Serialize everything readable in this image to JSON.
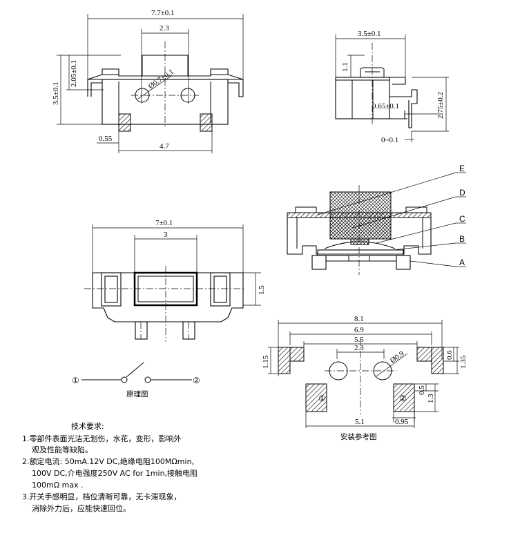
{
  "top_view": {
    "dim_width": "7.7±0.1",
    "dim_pitch": "2.3",
    "dim_height": "3.5±0.1",
    "dim_stem": "2.05±0.1",
    "dim_hole": "Ø0.7±0.1",
    "dim_lead": "0.55",
    "dim_span": "4.7"
  },
  "side_view": {
    "dim_width": "3.5±0.1",
    "dim_stem": "1.1",
    "dim_lead": "0.65±0.1",
    "dim_height": "2.75±0.2",
    "dim_gap": "0~0.1"
  },
  "front_view": {
    "dim_width": "7±0.1",
    "dim_button": "3",
    "dim_height": "1.5"
  },
  "section_view": {
    "labels": [
      "E",
      "D",
      "C",
      "B",
      "A"
    ]
  },
  "footprint": {
    "dim_total": "8.1",
    "dim_outer": "6.9",
    "dim_inner": "5.5",
    "dim_holes": "2.3",
    "dim_hole_dia": "Ø0.9",
    "dim_pad_h": "1.15",
    "dim_pad_w": "0.6",
    "dim_y": "1.35",
    "dim_pad2_w": "0.5",
    "dim_pad2_h": "1.3",
    "dim_pad2_len": "0.95",
    "dim_span": "5.1",
    "caption": "安装参考图"
  },
  "schematic": {
    "pin1": "①",
    "pin2": "②",
    "caption": "原理图"
  },
  "notes": {
    "title": "技术要求:",
    "line1": "1.零部件表面光洁无划伤，水花，变形，影响外",
    "line2": "观及性能等缺陷。",
    "line3": "2.额定电流: 50mA.12V DC,绝缘电阻100MΩmin,",
    "line4": "100V DC,介电强度250V AC for 1min,接触电阻",
    "line5": "100mΩ  max .",
    "line6": "3.开关手感明显，档位清晰可靠，无卡滞现象，",
    "line7": "消除外力后，应能快速回位。"
  }
}
